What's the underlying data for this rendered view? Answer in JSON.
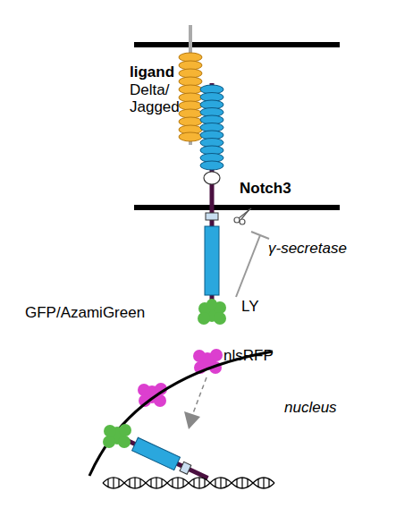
{
  "diagram": {
    "labels": [
      "ligand",
      "Delta/ Jagged",
      "Notch3",
      "γ-secretase",
      "GFP/AzamiGreen",
      "LY",
      "nlsRFP",
      "nucleus"
    ]
  }
}
